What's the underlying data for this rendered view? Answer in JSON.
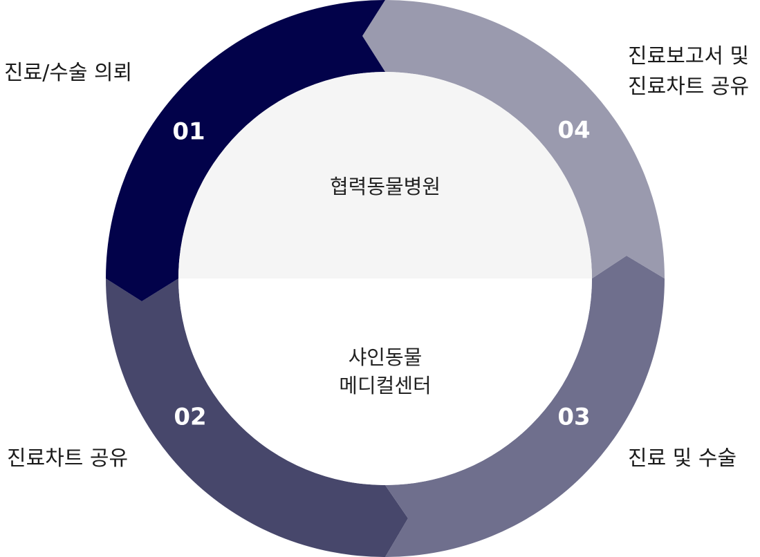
{
  "colors": {
    "step1": "#02024a",
    "step2": "#47476b",
    "step3": "#6f6f8d",
    "step4": "#9a9aae",
    "center_top": "#f5f5f5",
    "center_bottom": "#ffffff",
    "number_text": "#ffffff"
  },
  "center": {
    "top_label": "협력동물병원",
    "bottom_label_line1": "샤인동물",
    "bottom_label_line2": "메디컬센터"
  },
  "steps": [
    {
      "number": "01",
      "label_lines": [
        "진료/수술 의뢰"
      ]
    },
    {
      "number": "02",
      "label_lines": [
        "진료차트 공유"
      ]
    },
    {
      "number": "03",
      "label_lines": [
        "진료 및 수술"
      ]
    },
    {
      "number": "04",
      "label_lines": [
        "진료보고서 및",
        "진료차트 공유"
      ]
    }
  ]
}
